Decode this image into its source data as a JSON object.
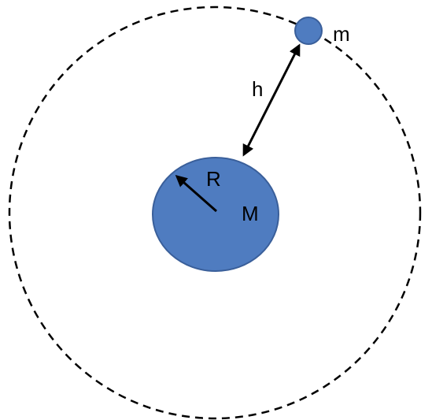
{
  "labels": {
    "satellite_mass": "m",
    "altitude": "h",
    "planet_radius": "R",
    "planet_mass": "M"
  },
  "colors": {
    "body_fill": "#4F7CC0",
    "body_stroke": "#3A5F9A",
    "orbit": "#000000",
    "arrow": "#000000",
    "background": "#ffffff"
  }
}
